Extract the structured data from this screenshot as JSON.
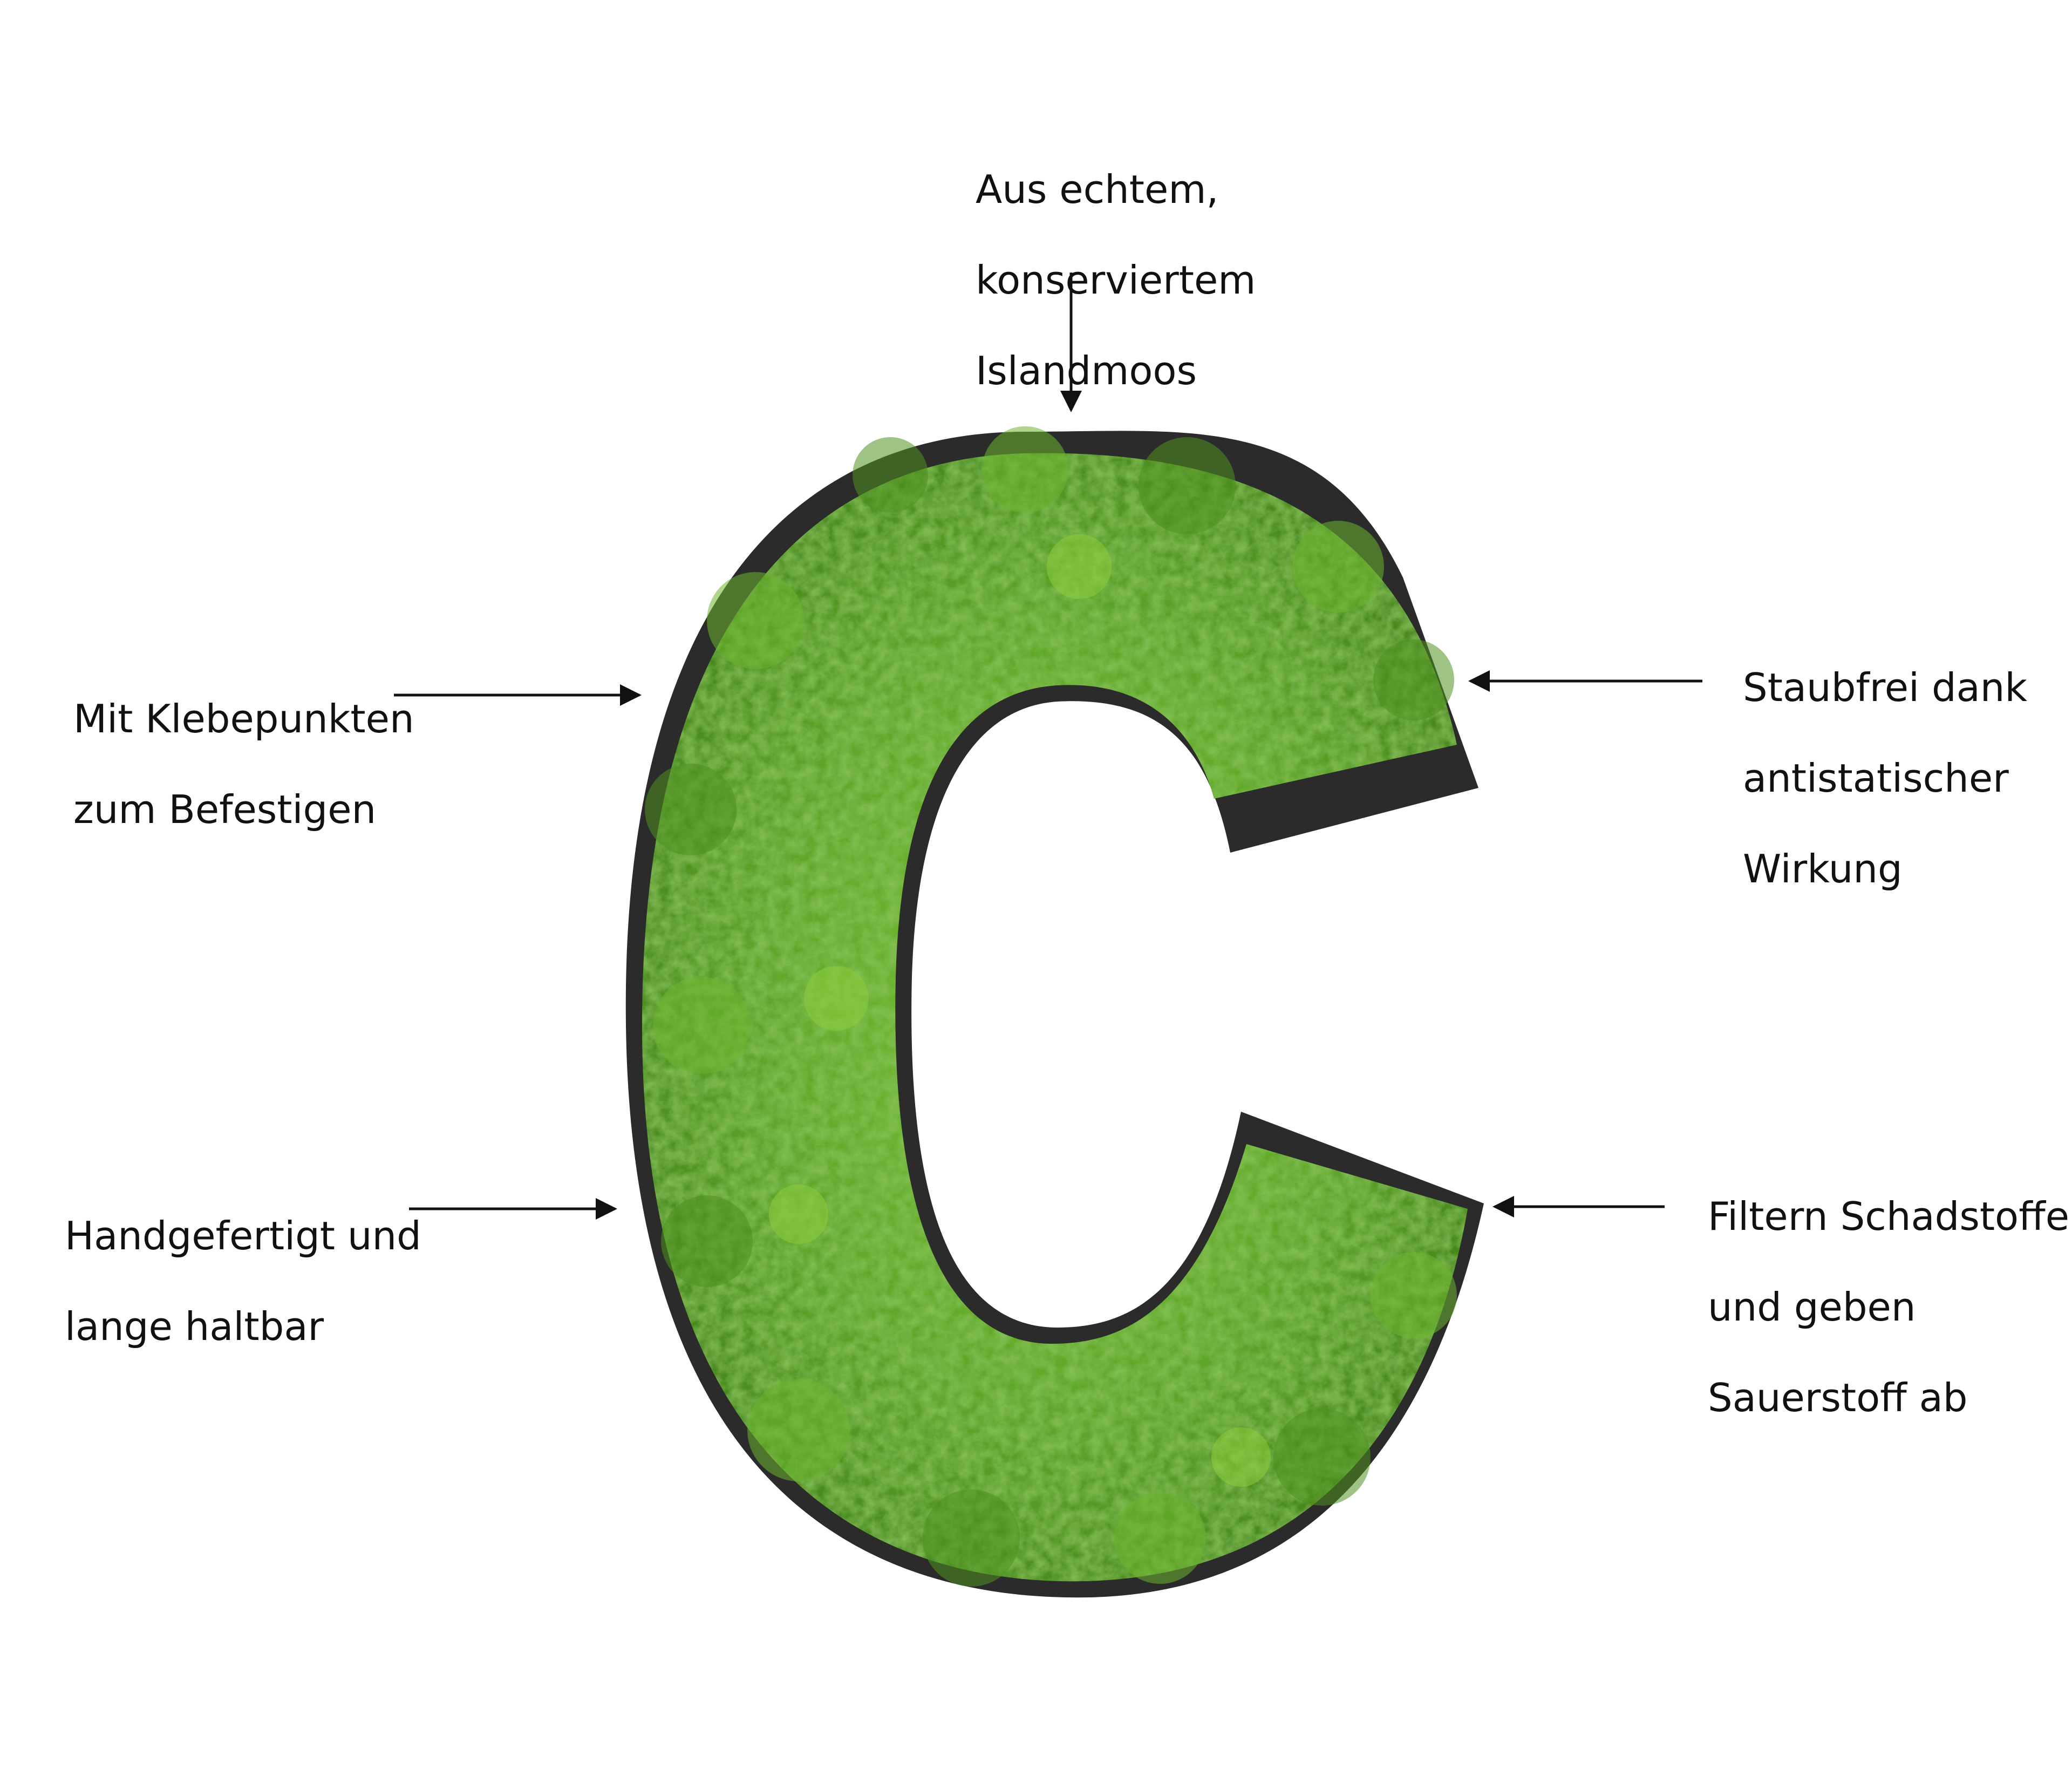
{
  "callouts": {
    "top": [
      "Aus echtem,",
      "konserviertem",
      "Islandmoos"
    ],
    "left_upper": [
      "Mit Klebepunkten",
      "zum Befestigen"
    ],
    "right_upper": [
      "Staubfrei dank",
      "antistatischer",
      "Wirkung"
    ],
    "left_lower": [
      "Handgefertigt und",
      "lange haltbar"
    ],
    "right_lower": [
      "Filtern Schadstoffe",
      "und geben",
      "Sauerstoff ab"
    ]
  },
  "colors": {
    "moss_dark": "#3f7d1a",
    "moss_mid": "#5ea52a",
    "moss_light": "#8ccc3c",
    "frame": "#2b2b2b",
    "text": "#111111"
  },
  "product": {
    "letter_icon": "moss-letter-c"
  }
}
